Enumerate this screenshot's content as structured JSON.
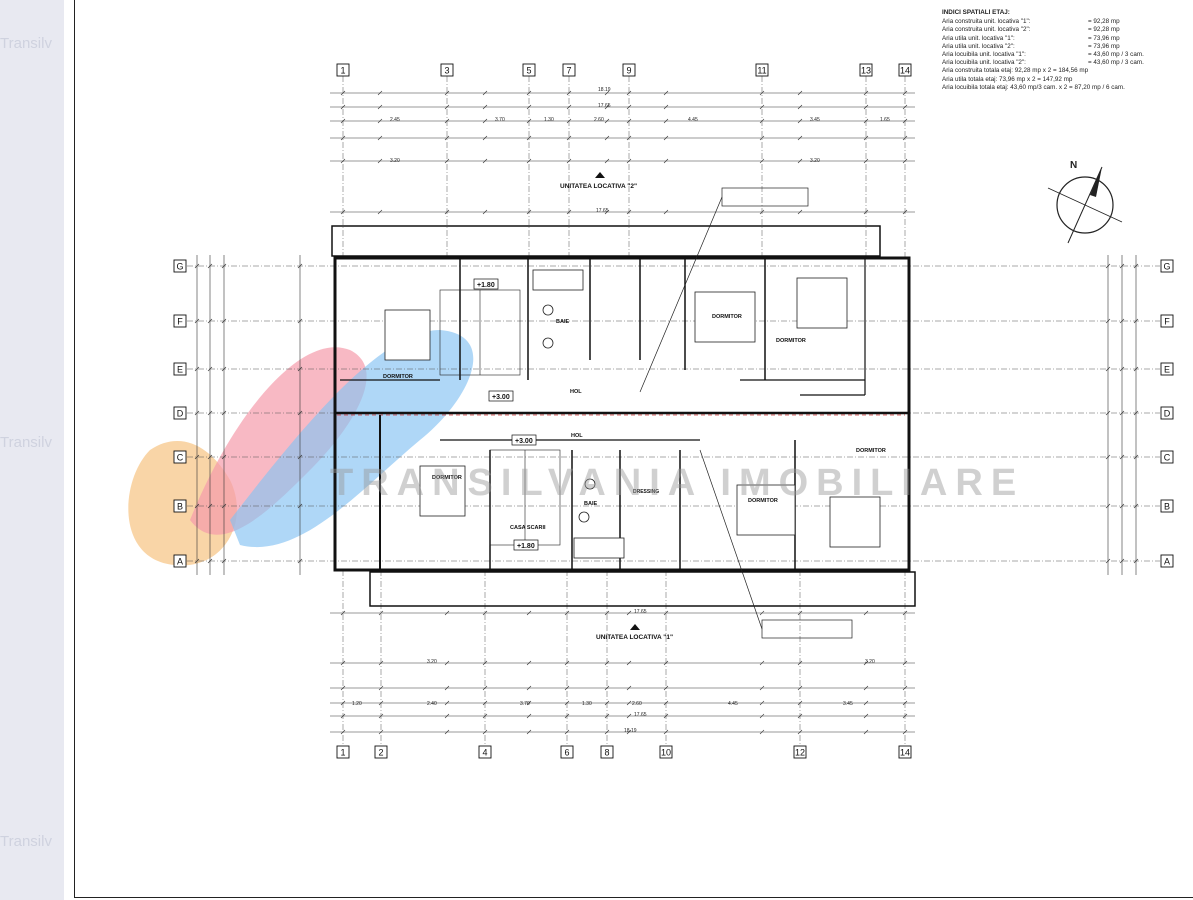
{
  "watermark": {
    "side_text": "Transilv",
    "brand_text": "TRANSILVANIA IMOBILIARE"
  },
  "info": {
    "title": "INDICI SPATIALI ETAJ:",
    "rows": [
      {
        "label": "Aria construita unit. locativa \"1\":",
        "value": "= 92,28 mp"
      },
      {
        "label": "Aria construita unit. locativa \"2\":",
        "value": "= 92,28 mp"
      },
      {
        "label": "Aria utila unit. locativa \"1\":",
        "value": "= 73,96 mp"
      },
      {
        "label": "Aria utila unit. locativa \"2\":",
        "value": "= 73,96 mp"
      },
      {
        "label": "Aria locuibila unit. locativa \"1\":",
        "value": "= 43,60 mp / 3 cam."
      },
      {
        "label": "Aria locuibila unit. locativa \"2\":",
        "value": "= 43,60 mp / 3 cam."
      }
    ],
    "totals": [
      "Aria construita totala etaj:   92,28 mp x 2 = 184,56 mp",
      "Aria utila totala etaj:   73,96 mp x 2 = 147,92 mp",
      "Aria locuibila totala etaj:   43,60 mp/3 cam. x 2 = 87,20 mp / 6 cam."
    ]
  },
  "north_label": "N",
  "axes": {
    "top": [
      "1",
      "3",
      "5",
      "7",
      "9",
      "11",
      "13",
      "14"
    ],
    "bottom": [
      "1",
      "2",
      "4",
      "6",
      "8",
      "10",
      "12",
      "14"
    ],
    "rows": [
      "G",
      "F",
      "E",
      "D",
      "C",
      "B",
      "A"
    ]
  },
  "units": {
    "upper": "UNITATEA LOCATIVA \"2\"",
    "lower": "UNITATEA LOCATIVA \"1\""
  },
  "levels": {
    "up1": "+1.80",
    "up2": "+3.00",
    "low1": "+3.00",
    "low2": "+1.80"
  },
  "rooms": {
    "dorm_upper_left": "DORMITOR",
    "dorm_upper_mid": "DORMITOR",
    "dorm_upper_right": "DORMITOR",
    "dorm_lower_left": "DORMITOR",
    "dorm_lower_mid": "DORMITOR",
    "dorm_lower_right": "DORMITOR",
    "hol_upper": "HOL",
    "hol_lower": "HOL",
    "baie_upper": "BAIE",
    "baie_lower": "BAIE",
    "dressing": "DRESSING",
    "casa_scarii": "CASA SCARII"
  },
  "dims": {
    "total_width": "17.65",
    "overall": "18.19",
    "top_row": [
      "2.45",
      "3.70",
      "1.30",
      "2.60",
      "4.45",
      "3.45",
      "1.65"
    ],
    "bottom_row": [
      "1.20",
      "2.40",
      "3.70",
      "1.30",
      "2.60",
      "4.45",
      "3.45"
    ],
    "sub_left": "3.20",
    "sub_right": "3.20"
  }
}
